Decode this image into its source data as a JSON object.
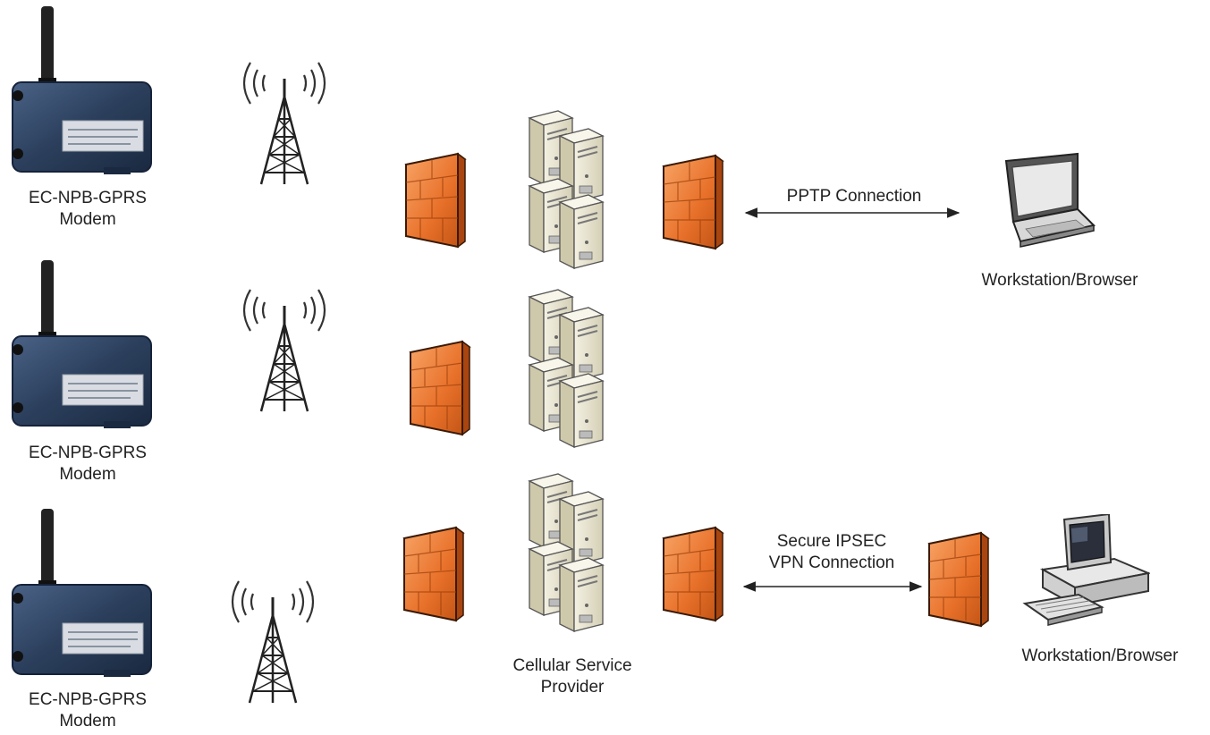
{
  "modems": [
    {
      "line1": "EC-NPB-GPRS",
      "line2": "Modem"
    },
    {
      "line1": "EC-NPB-GPRS",
      "line2": "Modem"
    },
    {
      "line1": "EC-NPB-GPRS",
      "line2": "Modem"
    }
  ],
  "connections": {
    "pptp": "PPTP Connection",
    "vpn_line1": "Secure IPSEC",
    "vpn_line2": "VPN Connection"
  },
  "provider": {
    "line1": "Cellular Service",
    "line2": "Provider"
  },
  "workstations": [
    {
      "label": "Workstation/Browser"
    },
    {
      "label": "Workstation/Browser"
    }
  ],
  "colors": {
    "modem_body": "#2b3f5c",
    "firewall": "#e8712a",
    "server": "#e6e2d0"
  },
  "icons": {
    "modem": "modem-icon",
    "tower": "cell-tower-icon",
    "firewall": "firewall-icon",
    "server": "server-icon",
    "laptop": "laptop-icon",
    "desktop": "desktop-computer-icon"
  }
}
